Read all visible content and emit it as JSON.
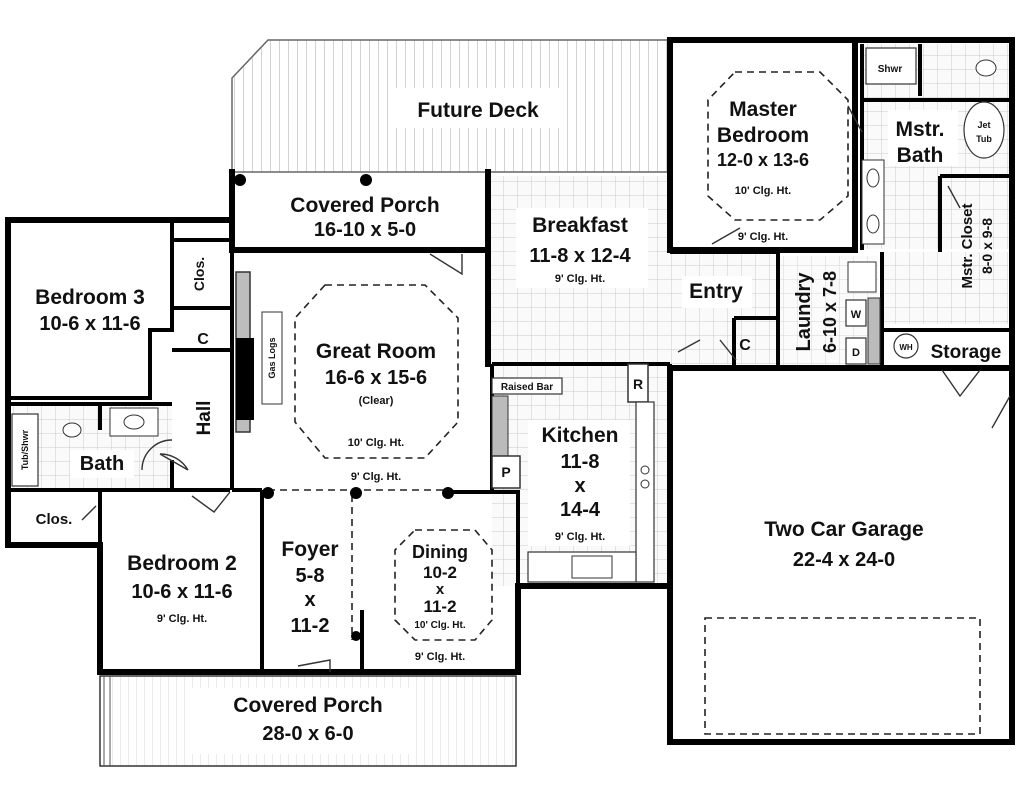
{
  "rooms": {
    "future_deck": {
      "name": "Future Deck"
    },
    "porch_rear": {
      "name": "Covered Porch",
      "size": "16-10 x 5-0"
    },
    "breakfast": {
      "name": "Breakfast",
      "size": "11-8 x 12-4",
      "ceiling": "9' Clg. Ht."
    },
    "master_bedroom": {
      "name1": "Master",
      "name2": "Bedroom",
      "size": "12-0 x 13-6",
      "ceiling": "10' Clg. Ht.",
      "ceiling2": "9' Clg. Ht."
    },
    "master_bath": {
      "name1": "Mstr.",
      "name2": "Bath",
      "shower": "Shwr",
      "tub1": "Jet",
      "tub2": "Tub"
    },
    "master_closet": {
      "name": "Mstr. Closet",
      "size": "8-0 x 9-8"
    },
    "bedroom3": {
      "name": "Bedroom 3",
      "size": "10-6 x 11-6",
      "closet": "Clos.",
      "c": "C"
    },
    "great_room": {
      "name": "Great Room",
      "size": "16-6 x 15-6",
      "note": "(Clear)",
      "ceiling": "10' Clg. Ht.",
      "ceiling2": "9' Clg. Ht.",
      "fireplace": "Gas Logs"
    },
    "entry": {
      "name": "Entry",
      "c": "C"
    },
    "laundry": {
      "name": "Laundry",
      "size": "6-10 x 7-8",
      "washer": "W",
      "dryer": "D"
    },
    "storage": {
      "name": "Storage",
      "water_heater": "WH"
    },
    "hall": {
      "name": "Hall"
    },
    "bath": {
      "name": "Bath",
      "tub": "Tub/Shwr"
    },
    "kitchen": {
      "name": "Kitchen",
      "dim1": "11-8",
      "dim_x": "x",
      "dim2": "14-4",
      "ceiling": "9' Clg. Ht.",
      "raised_bar": "Raised Bar",
      "refrigerator": "R",
      "pantry": "P"
    },
    "garage": {
      "name": "Two Car Garage",
      "size": "22-4 x 24-0"
    },
    "closet_left": {
      "name": "Clos."
    },
    "bedroom2": {
      "name": "Bedroom 2",
      "size": "10-6 x 11-6",
      "ceiling": "9' Clg. Ht."
    },
    "foyer": {
      "name": "Foyer",
      "dim1": "5-8",
      "dim_x": "x",
      "dim2": "11-2"
    },
    "dining": {
      "name": "Dining",
      "dim1": "10-2",
      "dim_x": "x",
      "dim2": "11-2",
      "ceiling": "10' Clg. Ht.",
      "ceiling2": "9' Clg. Ht."
    },
    "porch_front": {
      "name": "Covered Porch",
      "size": "28-0 x 6-0"
    }
  }
}
